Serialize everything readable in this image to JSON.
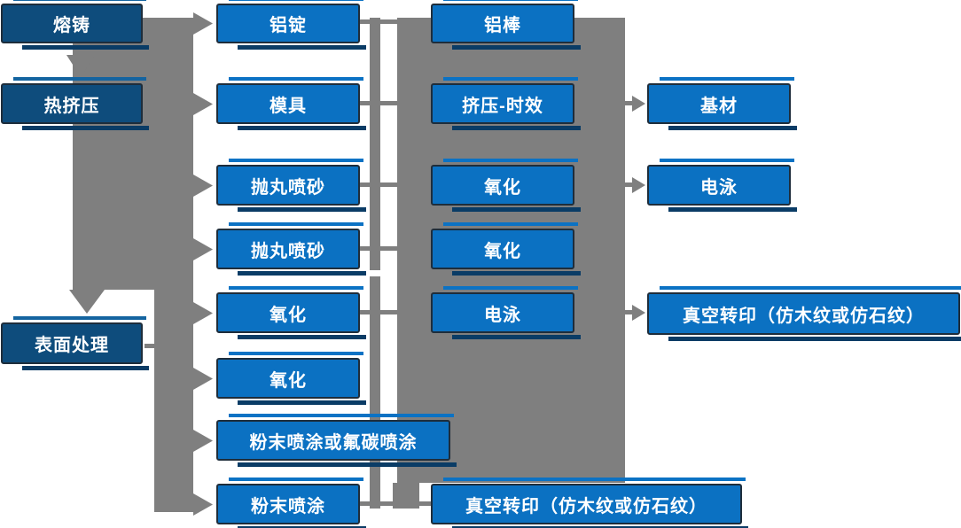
{
  "diagram": {
    "description": "aluminum-profile-process-flowchart",
    "colors": {
      "box_light": "#0b71c2",
      "box_dark": "#0e4c7c",
      "connector_gray": "#7f7f7f",
      "box_border": "#1e2d3b",
      "highlight_light": "#0b72c4",
      "highlight_dark": "#1464a0",
      "shadow_navy": "#0a3c66",
      "text": "#ffffff",
      "background": "#ffffff"
    },
    "nodes": [
      {
        "id": "rongzhu",
        "label": "熔铸"
      },
      {
        "id": "rejiya",
        "label": "热挤压"
      },
      {
        "id": "biaomianchuli",
        "label": "表面处理"
      },
      {
        "id": "lvding",
        "label": "铝锭"
      },
      {
        "id": "moju",
        "label": "模具"
      },
      {
        "id": "paowanpensha-1",
        "label": "抛丸喷砂"
      },
      {
        "id": "paowanpensha-2",
        "label": "抛丸喷砂"
      },
      {
        "id": "yanghua-1",
        "label": "氧化"
      },
      {
        "id": "yanghua-2",
        "label": "氧化"
      },
      {
        "id": "fenmo-futan",
        "label": "粉末喷涂或氟碳喷涂"
      },
      {
        "id": "fenmopentu",
        "label": "粉末喷涂"
      },
      {
        "id": "lvbang",
        "label": "铝棒"
      },
      {
        "id": "jiya-shixiao",
        "label": "挤压-时效"
      },
      {
        "id": "yanghua-3",
        "label": "氧化"
      },
      {
        "id": "yanghua-4",
        "label": "氧化"
      },
      {
        "id": "dianyong-1",
        "label": "电泳"
      },
      {
        "id": "zhenkongzhuanyin-1",
        "label": "真空转印（仿木纹或仿石纹）"
      },
      {
        "id": "jicai",
        "label": "基材"
      },
      {
        "id": "dianyong-2",
        "label": "电泳"
      },
      {
        "id": "zhenkongzhuanyin-2",
        "label": "真空转印（仿木纹或仿石纹）"
      }
    ]
  }
}
